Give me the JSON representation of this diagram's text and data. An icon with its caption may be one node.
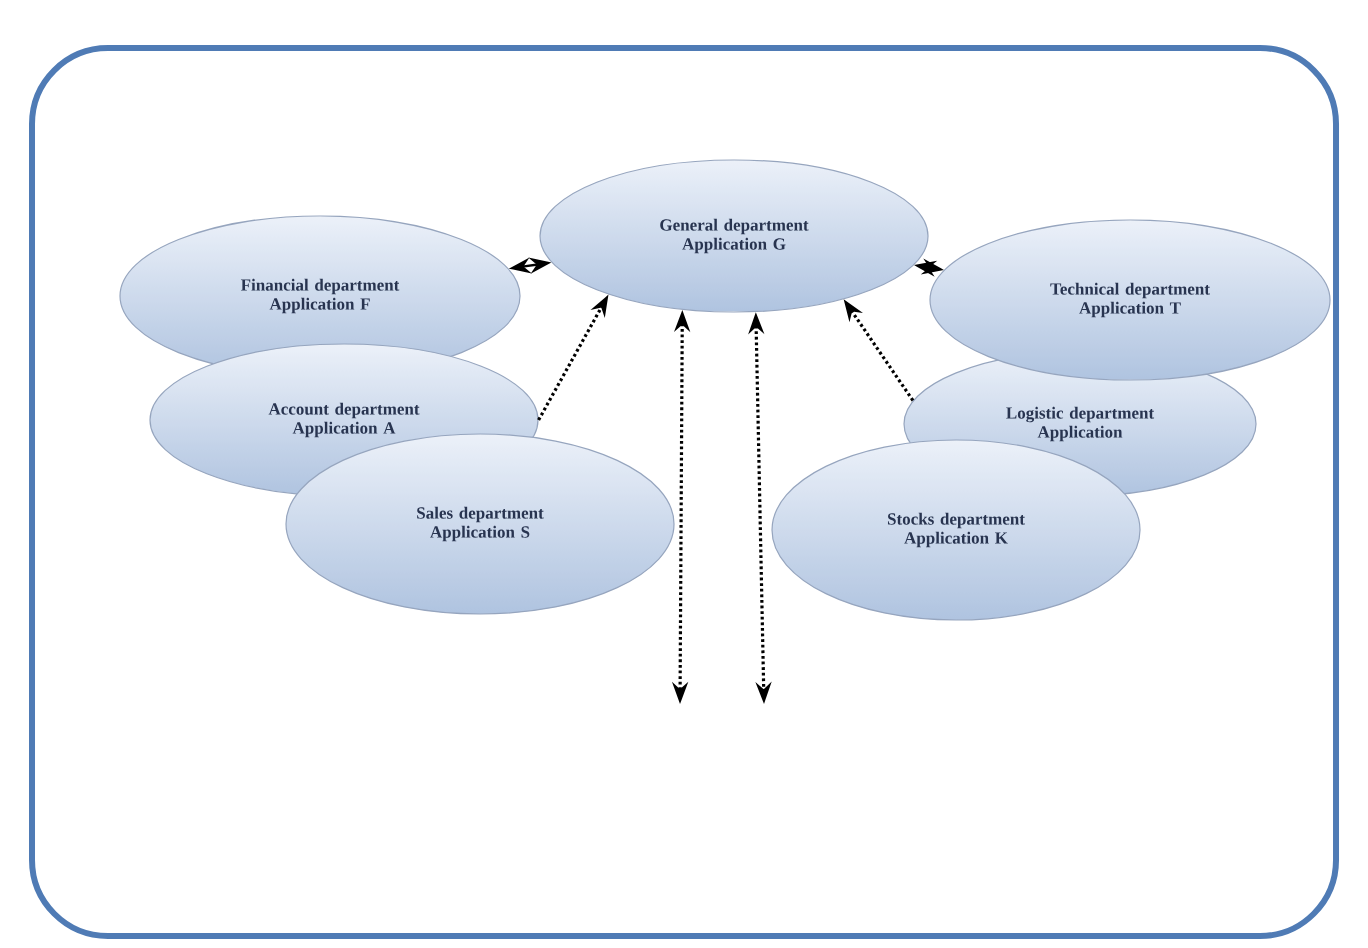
{
  "diagram": {
    "nodes": [
      {
        "text": [
          "General department Application G"
        ]
      },
      {
        "text": [
          "Financial department Application F"
        ]
      },
      {
        "text": [
          "Technical department Application T"
        ]
      },
      {
        "text": [
          "Account department Application A"
        ]
      },
      {
        "text": [
          "Logistic department Application"
        ]
      },
      {
        "text": [
          "Sales department Application S"
        ]
      },
      {
        "text": [
          "Stocks department Application K"
        ]
      }
    ],
    "edges": [
      {
        "from": 1,
        "to": 0,
        "arrow": "both"
      },
      {
        "from": 0,
        "to": 2,
        "arrow": "both"
      },
      {
        "from": 3,
        "to": 0,
        "arrow": "to",
        "style": "dashed"
      },
      {
        "from": 0,
        "to": null,
        "arrow": "both",
        "style": "dashed"
      },
      {
        "from": 0,
        "to": null,
        "arrow": "both",
        "style": "dashed"
      },
      {
        "from": 4,
        "to": 0,
        "arrow": "to",
        "style": "dashed"
      }
    ]
  }
}
